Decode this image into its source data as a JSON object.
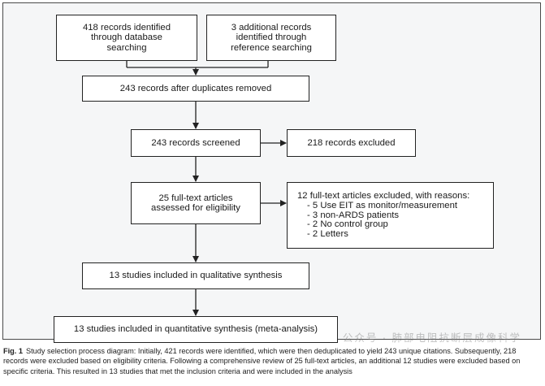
{
  "flow": {
    "identified_database": "418 records identified\nthrough database\nsearching",
    "identified_reference": "3 additional records\nidentified through\nreference searching",
    "after_duplicates": "243 records after duplicates removed",
    "screened": "243 records screened",
    "excluded": "218 records excluded",
    "fulltext_assessed": "25 full-text articles\nassessed for eligibility",
    "fulltext_excluded": {
      "heading": "12 full-text articles excluded, with reasons:",
      "reasons": [
        "- 5 Use EIT as monitor/measurement",
        "- 3 non-ARDS patients",
        "- 2 No control group",
        "- 2 Letters"
      ]
    },
    "qualitative": "13 studies included in qualitative synthesis",
    "quantitative": "13 studies included in quantitative synthesis (meta-analysis)"
  },
  "caption": {
    "label": "Fig. 1",
    "text": "Study selection process diagram: Initially, 421 records were identified, which were then deduplicated to yield 243 unique citations. Subsequently, 218 records were excluded based on eligibility criteria. Following a comprehensive review of 25 full-text articles, an additional 12 studies were excluded based on specific criteria. This resulted in 13 studies that met the inclusion criteria and were included in the analysis"
  },
  "watermark": "公众号 · 肺部电阻抗断层成像科学"
}
